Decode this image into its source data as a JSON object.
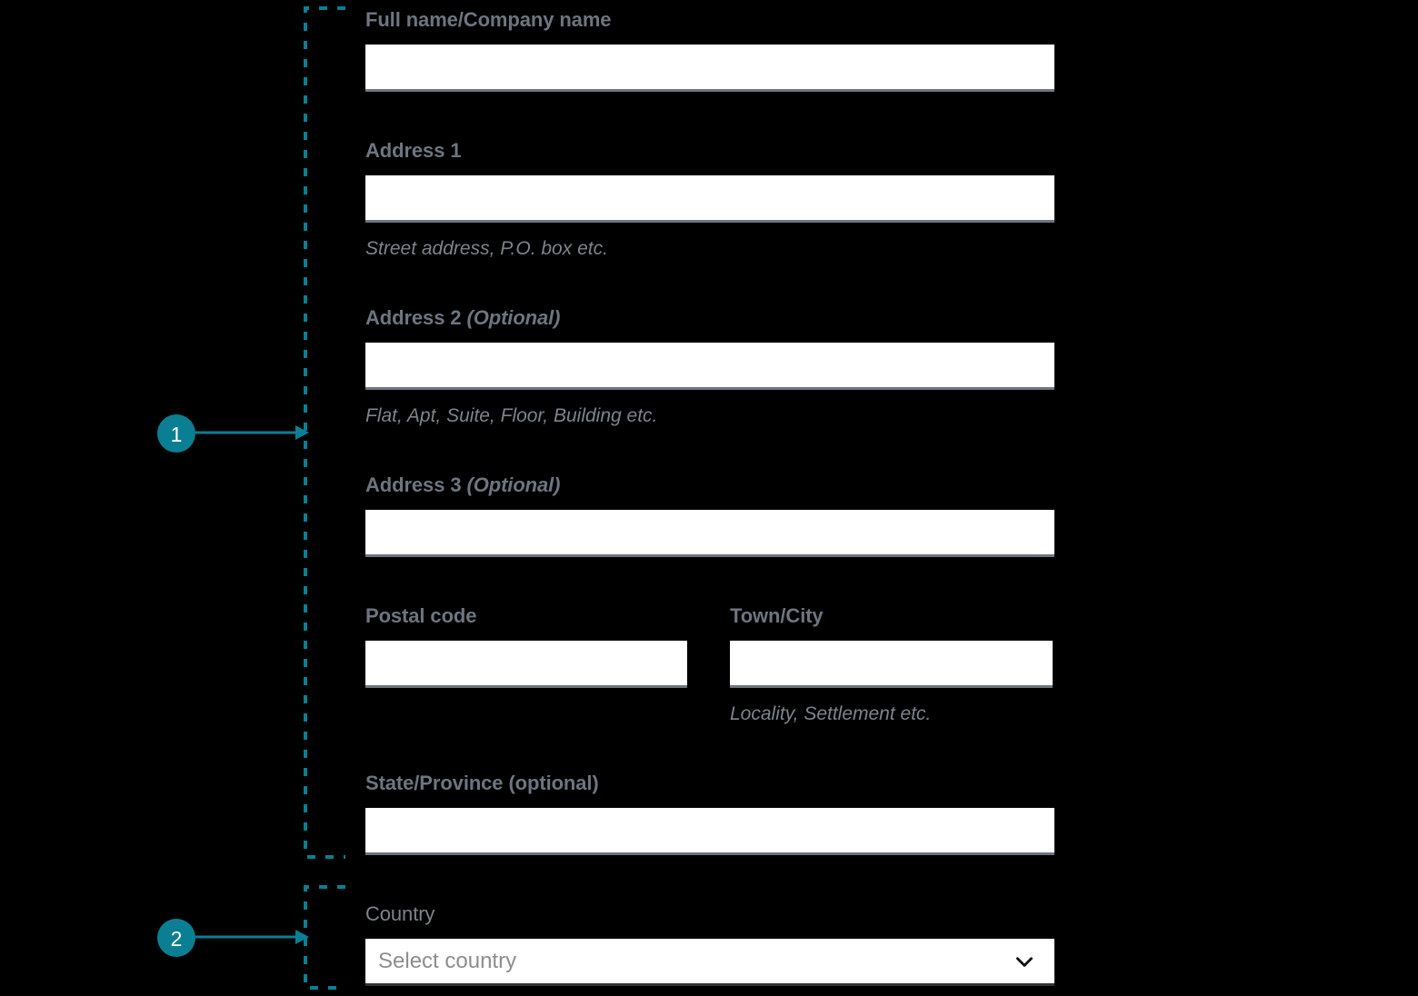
{
  "theme": {
    "background": "#000000",
    "accent_teal": "#0a7f93",
    "label_gray": "#6d7580",
    "hint_gray": "#7d848d",
    "input_background": "#ffffff",
    "input_underline": "#6d7580",
    "select_underline": "#333333",
    "marker_text": "#ffffff"
  },
  "annotations": {
    "markers": [
      {
        "number": "1",
        "label": "address-group-callout"
      },
      {
        "number": "2",
        "label": "country-group-callout"
      }
    ]
  },
  "form": {
    "fields": [
      {
        "id": "full-name",
        "label": "Full name/Company name",
        "optional_suffix": "",
        "value": "",
        "placeholder": "",
        "hint": ""
      },
      {
        "id": "address-1",
        "label": "Address 1",
        "optional_suffix": "",
        "value": "",
        "placeholder": "",
        "hint": "Street address, P.O. box etc."
      },
      {
        "id": "address-2",
        "label": "Address 2",
        "optional_suffix": "(Optional)",
        "value": "",
        "placeholder": "",
        "hint": "Flat, Apt, Suite, Floor, Building etc."
      },
      {
        "id": "address-3",
        "label": "Address 3",
        "optional_suffix": "(Optional)",
        "value": "",
        "placeholder": "",
        "hint": ""
      },
      {
        "id": "postal-code",
        "label": "Postal code",
        "optional_suffix": "",
        "value": "",
        "placeholder": "",
        "hint": ""
      },
      {
        "id": "town-city",
        "label": "Town/City",
        "optional_suffix": "",
        "value": "",
        "placeholder": "",
        "hint": "Locality, Settlement etc."
      },
      {
        "id": "state-province",
        "label": "State/Province (optional)",
        "optional_suffix": "",
        "value": "",
        "placeholder": "",
        "hint": ""
      },
      {
        "id": "country",
        "label": "Country",
        "optional_suffix": "",
        "value": "Select country",
        "placeholder": "Select country",
        "hint": "",
        "icon": "chevron-down-icon"
      }
    ]
  }
}
